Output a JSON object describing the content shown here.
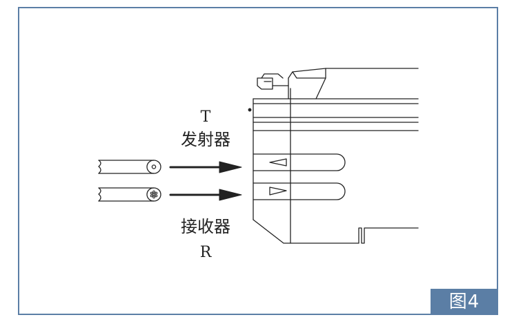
{
  "figure": {
    "badge": "图4",
    "badge_color": "#5b7ea5",
    "frame_color": "#5b7ea5"
  },
  "transmitter": {
    "letter": "T",
    "label": "发射器"
  },
  "receiver": {
    "label": "接收器",
    "letter": "R"
  }
}
